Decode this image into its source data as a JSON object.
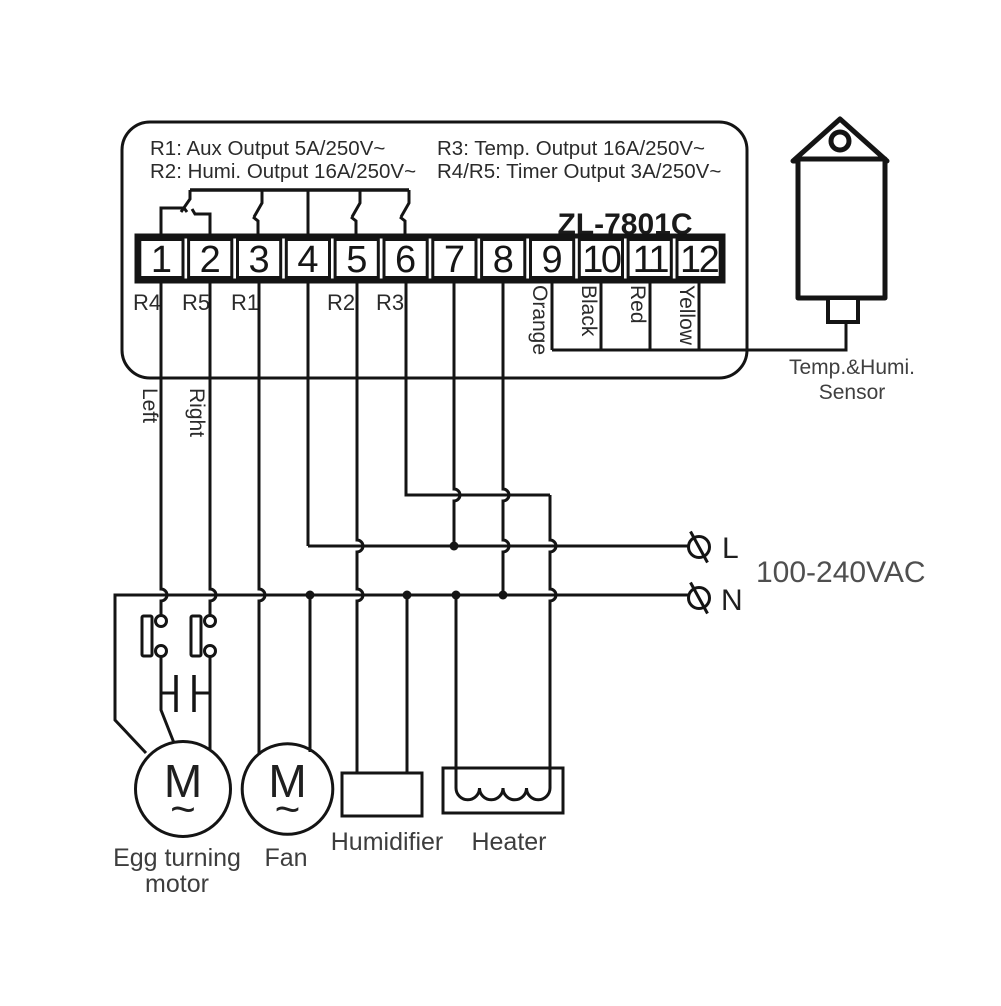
{
  "controller": {
    "model": "ZL-7801C",
    "ratings": {
      "r1": "R1: Aux Output 5A/250V~",
      "r2": "R2: Humi. Output 16A/250V~",
      "r3": "R3: Temp. Output 16A/250V~",
      "r4r5": "R4/R5: Timer Output 3A/250V~"
    },
    "terminals": [
      "1",
      "2",
      "3",
      "4",
      "5",
      "6",
      "7",
      "8",
      "9",
      "10",
      "11",
      "12"
    ],
    "relay_labels": [
      "R4",
      "R5",
      "R1",
      "R2",
      "R3"
    ]
  },
  "sensor": {
    "wire_colors": [
      "Orange",
      "Black",
      "Red",
      "Yellow"
    ],
    "label_line1": "Temp.&Humi.",
    "label_line2": "Sensor"
  },
  "power": {
    "live": "L",
    "neutral": "N",
    "voltage": "100-240VAC"
  },
  "motor_directions": [
    "Left",
    "Right"
  ],
  "devices": {
    "egg_motor_line1": "Egg turning",
    "egg_motor_line2": "motor",
    "fan": "Fan",
    "humidifier": "Humidifier",
    "heater": "Heater",
    "motor_symbol": "M",
    "ac_wave": "~"
  },
  "colors": {
    "line": "#141414",
    "text_dark": "#2b2b2b",
    "text_gray": "#3d3d3d",
    "background": "#ffffff"
  }
}
